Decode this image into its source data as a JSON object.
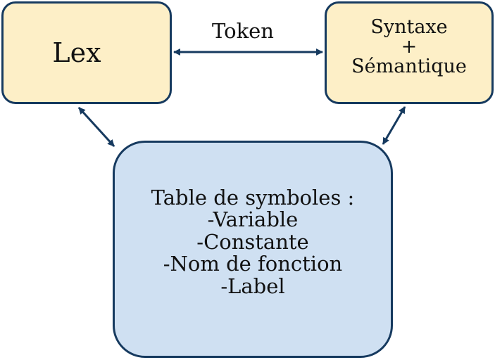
{
  "diagram": {
    "lex": {
      "label": "Lex"
    },
    "syntax": {
      "lines": [
        "Syntaxe",
        "+",
        "Sémantique"
      ]
    },
    "token": {
      "label": "Token"
    },
    "symbol_table": {
      "lines": [
        "Table de symboles :",
        "-Variable",
        "-Constante",
        "-Nom de fonction",
        "-Label"
      ]
    }
  },
  "colors": {
    "box_border": "#163a5f",
    "top_box_fill": "#fdefc7",
    "table_box_fill": "#cfe0f2",
    "arrow": "#163a5f"
  }
}
